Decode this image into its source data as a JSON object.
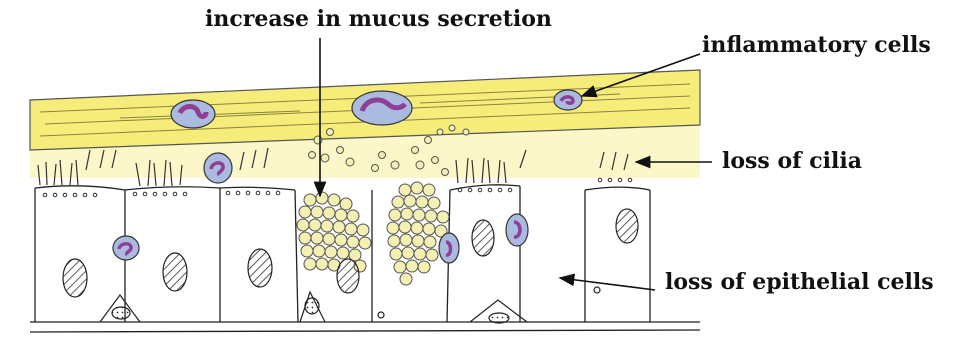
{
  "labels": {
    "mucus": "increase in mucus secretion",
    "inflammatory": "inflammatory cells",
    "cilia": "loss of cilia",
    "epithelial": "loss of epithelial cells"
  },
  "colors": {
    "connective_tissue": "#f5ec7a",
    "mucus_zone": "#fbf7c9",
    "mucus_droplet": "#f4efb2",
    "inflammatory_cell": "#aabbdf",
    "inflammatory_nucleus": "#8e3f96",
    "outline": "#222222"
  }
}
